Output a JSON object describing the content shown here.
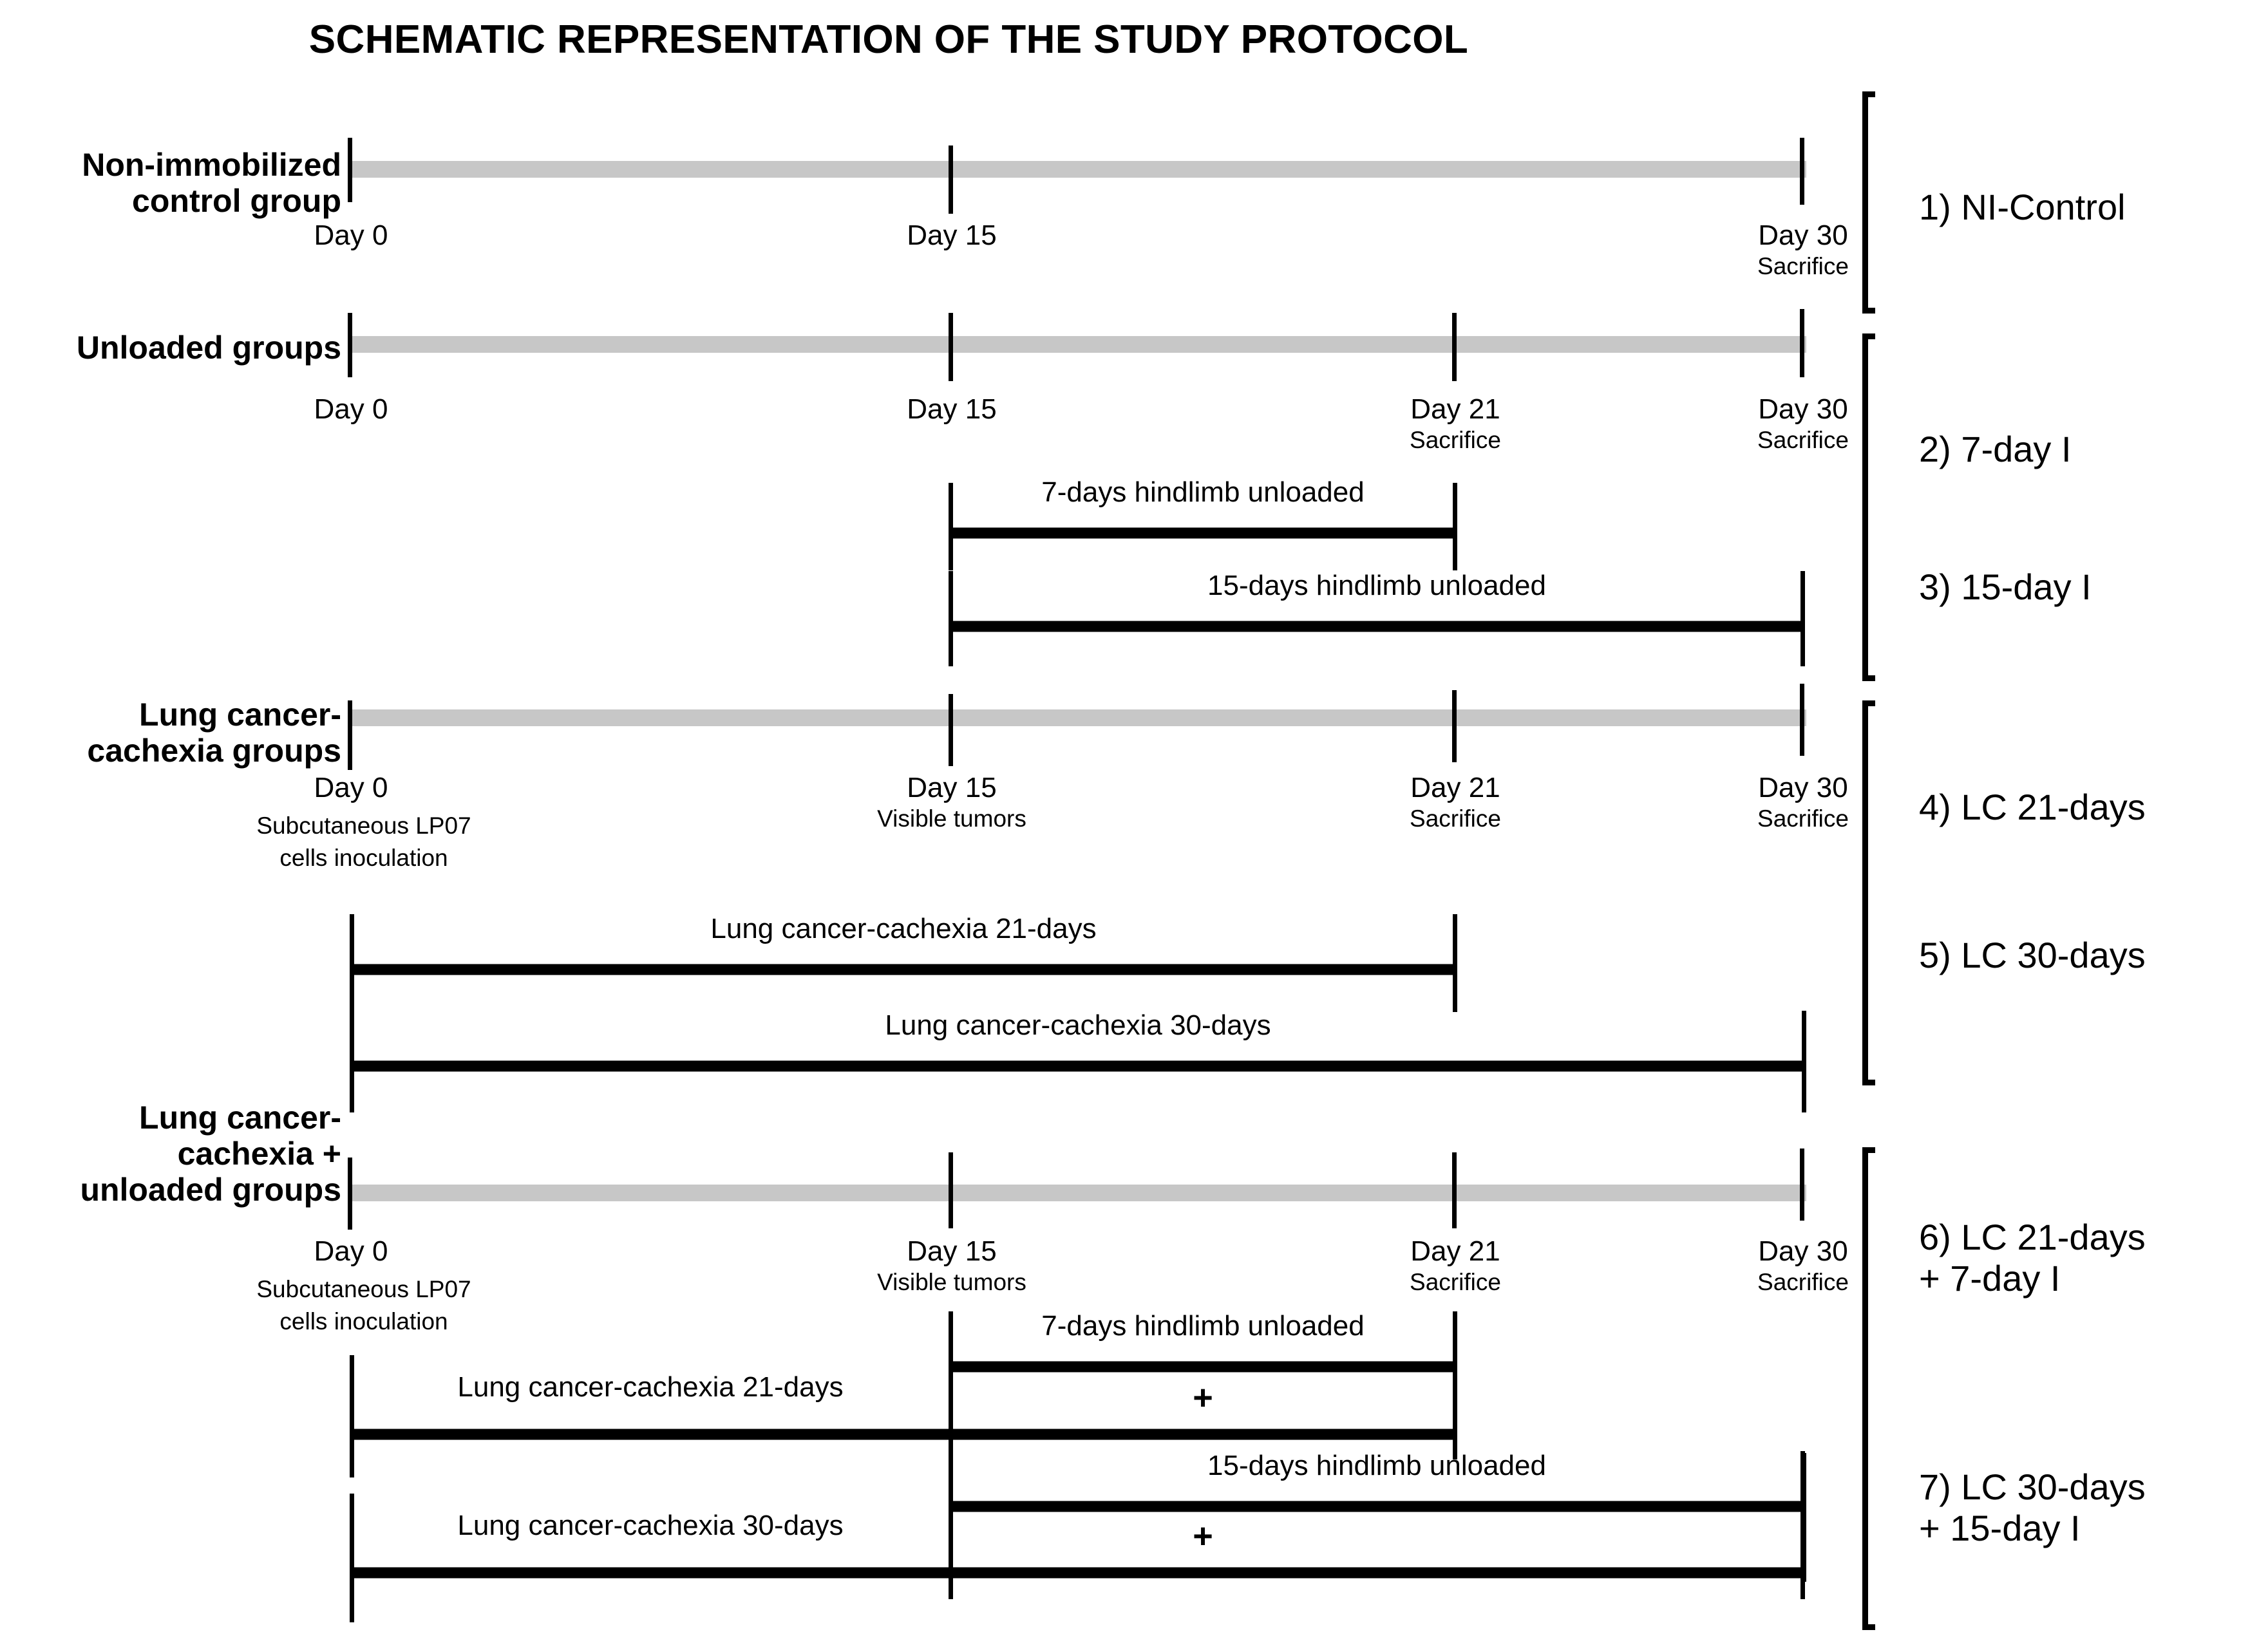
{
  "title": "SCHEMATIC REPRESENTATION OF THE STUDY PROTOCOL",
  "colors": {
    "timeline_grey": "#c7c7c7",
    "bar_black": "#000000",
    "background": "#ffffff"
  },
  "axis": {
    "day_ticks": [
      "Day 0",
      "Day 15",
      "Day 21",
      "Day 30"
    ],
    "sacrifice_label": "Sacrifice"
  },
  "sections": [
    {
      "caption": "Non-immobilized\ncontrol group",
      "ticks": [
        {
          "day": "Day 0",
          "note": ""
        },
        {
          "day": "Day 15",
          "note": ""
        },
        {
          "day": "Day 30",
          "note": "Sacrifice"
        }
      ],
      "bars": []
    },
    {
      "caption": "Unloaded groups",
      "ticks": [
        {
          "day": "Day 0",
          "note": ""
        },
        {
          "day": "Day 15",
          "note": ""
        },
        {
          "day": "Day 21",
          "note": "Sacrifice"
        },
        {
          "day": "Day 30",
          "note": "Sacrifice"
        }
      ],
      "bars": [
        {
          "label": "7-days  hindlimb unloaded",
          "from": "Day 15",
          "to": "Day 21"
        },
        {
          "label": "15-days  hindlimb unloaded",
          "from": "Day 15",
          "to": "Day 30"
        }
      ]
    },
    {
      "caption": "Lung cancer-\ncachexia groups",
      "ticks": [
        {
          "day": "Day 0",
          "note": "Subcutaneous LP07",
          "note2": "cells inoculation"
        },
        {
          "day": "Day 15",
          "note": "Visible tumors"
        },
        {
          "day": "Day 21",
          "note": "Sacrifice"
        },
        {
          "day": "Day 30",
          "note": "Sacrifice"
        }
      ],
      "bars": [
        {
          "label": "Lung cancer-cachexia 21-days",
          "from": "Day 0",
          "to": "Day 21"
        },
        {
          "label": "Lung cancer-cachexia 30-days",
          "from": "Day 0",
          "to": "Day 30"
        }
      ]
    },
    {
      "caption": "Lung cancer-\ncachexia +\nunloaded groups",
      "ticks": [
        {
          "day": "Day 0",
          "note": "Subcutaneous LP07",
          "note2": "cells inoculation"
        },
        {
          "day": "Day 15",
          "note": "Visible tumors"
        },
        {
          "day": "Day 21",
          "note": "Sacrifice"
        },
        {
          "day": "Day 30",
          "note": "Sacrifice"
        }
      ],
      "bars": [
        {
          "label": "7-days hindlimb unloaded",
          "from": "Day 15",
          "to": "Day 21"
        },
        {
          "label": "Lung cancer-cachexia 21-days",
          "from": "Day 0",
          "to": "Day 21",
          "plus": "+"
        },
        {
          "label": "15-days hindlimb unloaded",
          "from": "Day 15",
          "to": "Day 30"
        },
        {
          "label": "Lung cancer-cachexia 30-days",
          "from": "Day 0",
          "to": "Day 30",
          "plus": "+"
        }
      ]
    }
  ],
  "groups": [
    {
      "n": "1)",
      "name": "1) NI-Control"
    },
    {
      "n": "2)",
      "name": "2) 7-day I"
    },
    {
      "n": "3)",
      "name": "3) 15-day I"
    },
    {
      "n": "4)",
      "name": "4) LC 21-days"
    },
    {
      "n": "5)",
      "name": "5) LC 30-days"
    },
    {
      "n": "6)",
      "name": "6) LC 21-days\n+ 7-day I"
    },
    {
      "n": "7)",
      "name": "7) LC 30-days\n+ 15-day I"
    }
  ]
}
